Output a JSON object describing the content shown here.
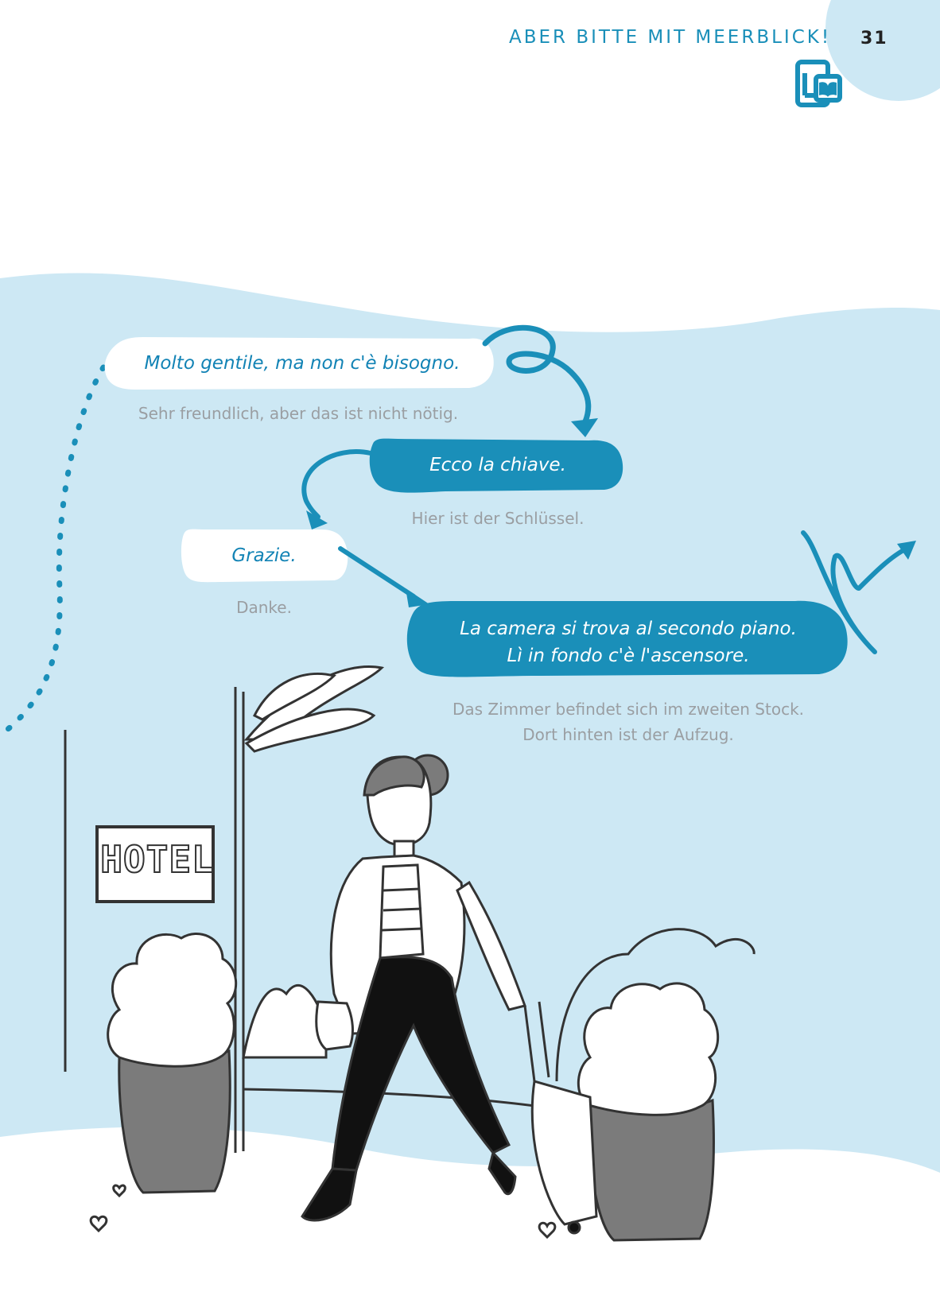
{
  "header": {
    "title": "ABER BITTE MIT MEERBLICK!",
    "page_number": "31",
    "icon": "phone-book-scan-icon"
  },
  "dialogue": [
    {
      "italian": "Molto gentile, ma non c'è bisogno.",
      "german": "Sehr freundlich, aber das ist nicht nötig."
    },
    {
      "italian": "Ecco la chiave.",
      "german": "Hier ist der Schlüssel."
    },
    {
      "italian": "Grazie.",
      "german": "Danke."
    },
    {
      "italian_line1": "La camera si trova al secondo piano.",
      "italian_line2": "Lì in fondo c'è l'ascensore.",
      "german_line1": "Das Zimmer befindet sich im zweiten Stock.",
      "german_line2": "Dort hinten ist der Aufzug."
    }
  ],
  "illustration": {
    "sign_text": "HOTEL"
  },
  "colors": {
    "accent": "#1a8fb9",
    "background_wave": "#cde8f4",
    "corner_circle": "#cde8f4",
    "pot_gray": "#7b7b7b"
  }
}
